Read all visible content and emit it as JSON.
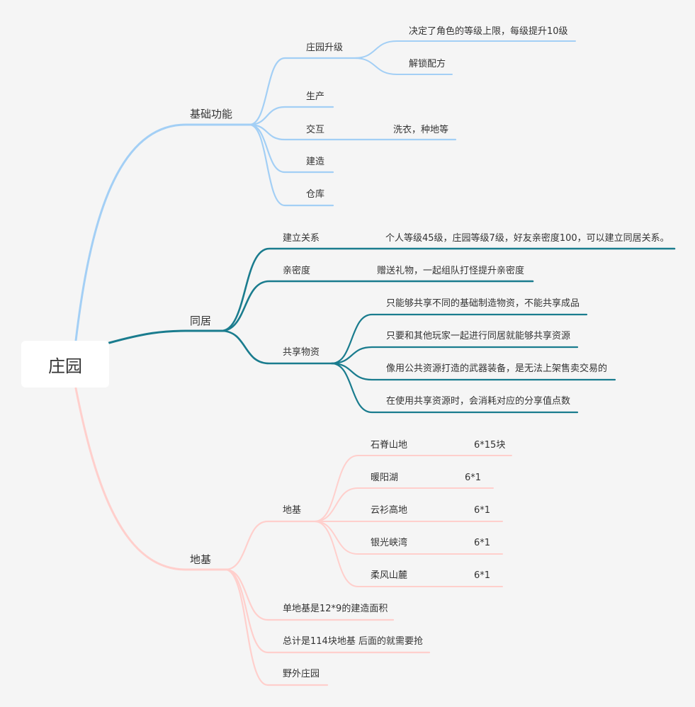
{
  "root": {
    "label": "庄园"
  },
  "colors": {
    "blue": "#a3cff5",
    "teal": "#1a7c8e",
    "pink": "#ffcfcc"
  },
  "branches": {
    "basic": {
      "label": "基础功能",
      "upgrade": {
        "label": "庄园升级",
        "notes": [
          "决定了角色的等级上限，每级提升10级",
          "解锁配方"
        ]
      },
      "produce": {
        "label": "生产"
      },
      "interact": {
        "label": "交互",
        "note": "洗衣，种地等"
      },
      "build": {
        "label": "建造"
      },
      "storage": {
        "label": "仓库"
      }
    },
    "cohabit": {
      "label": "同居",
      "relation": {
        "label": "建立关系",
        "note": "个人等级45级，庄园等级7级，好友亲密度100，可以建立同居关系。"
      },
      "intimacy": {
        "label": "亲密度",
        "note": "赠送礼物，一起组队打怪提升亲密度"
      },
      "share": {
        "label": "共享物资",
        "notes": [
          "只能够共享不同的基础制造物资，不能共享成品",
          "只要和其他玩家一起进行同居就能够共享资源",
          "像用公共资源打造的武器装备，是无法上架售卖交易的",
          "在使用共享资源时，会消耗对应的分享值点数"
        ]
      }
    },
    "land": {
      "label": "地基",
      "plots": {
        "label": "地基",
        "items": [
          {
            "name": "石脊山地",
            "size": "6*15块"
          },
          {
            "name": "暖阳湖",
            "size": "6*1"
          },
          {
            "name": "云衫高地",
            "size": "6*1"
          },
          {
            "name": "银光峡湾",
            "size": "6*1"
          },
          {
            "name": "柔风山麓",
            "size": "6*1"
          }
        ]
      },
      "area": {
        "label": "单地基是12*9的建造面积"
      },
      "total": {
        "label": "总计是114块地基 后面的就需要抢"
      },
      "wild": {
        "label": "野外庄园"
      }
    }
  }
}
